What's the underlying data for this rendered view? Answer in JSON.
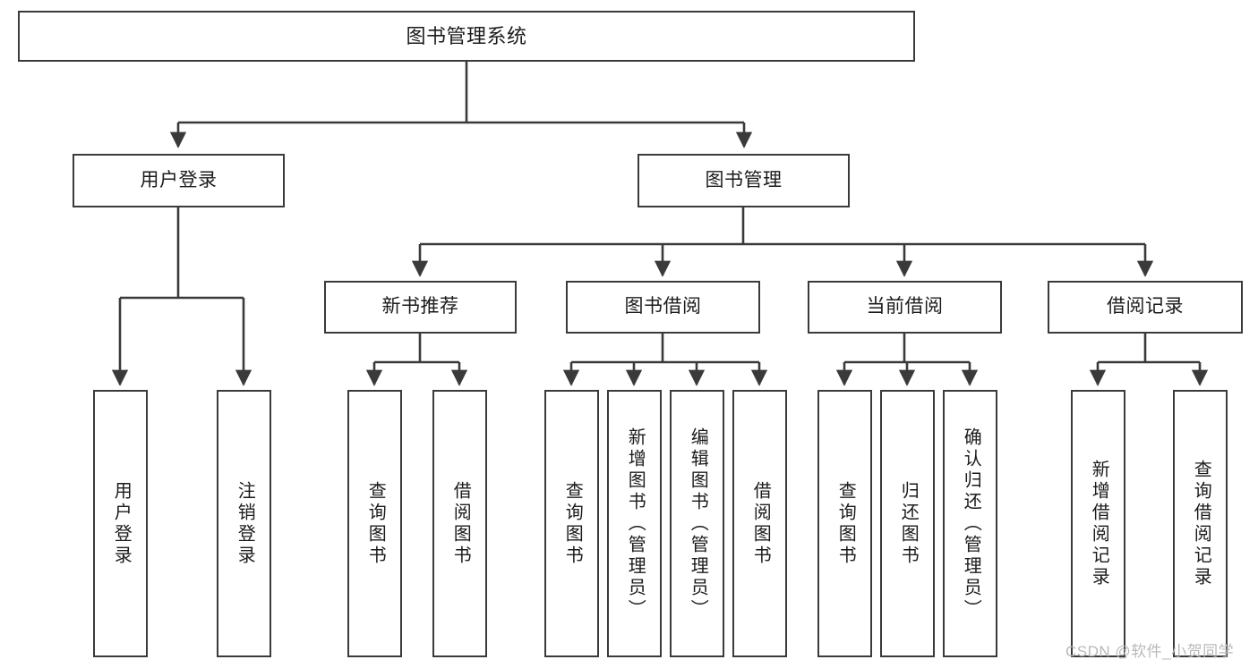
{
  "diagram": {
    "type": "tree",
    "title": "图书管理系统",
    "root": {
      "label": "图书管理系统"
    },
    "level2": [
      {
        "label": "用户登录"
      },
      {
        "label": "图书管理"
      }
    ],
    "level3": [
      {
        "label": "新书推荐"
      },
      {
        "label": "图书借阅"
      },
      {
        "label": "当前借阅"
      },
      {
        "label": "借阅记录"
      }
    ],
    "leaves": {
      "user_login": [
        {
          "label": "用户登录"
        },
        {
          "label": "注销登录"
        }
      ],
      "new_book_recommend": [
        {
          "label": "查询图书"
        },
        {
          "label": "借阅图书"
        }
      ],
      "book_borrow": [
        {
          "label": "查询图书"
        },
        {
          "label": "新增图书（管理员）"
        },
        {
          "label": "编辑图书（管理员）"
        },
        {
          "label": "借阅图书"
        }
      ],
      "current_borrow": [
        {
          "label": "查询图书"
        },
        {
          "label": "归还图书"
        },
        {
          "label": "确认归还（管理员）"
        }
      ],
      "borrow_record": [
        {
          "label": "新增借阅记录"
        },
        {
          "label": "查询借阅记录"
        }
      ]
    }
  },
  "watermark": {
    "text": "CSDN @软件_小贺同学"
  },
  "colors": {
    "stroke": "#3a3a3a",
    "background": "#ffffff",
    "text": "#1b1b1b",
    "watermark": "#b9b9b9"
  }
}
